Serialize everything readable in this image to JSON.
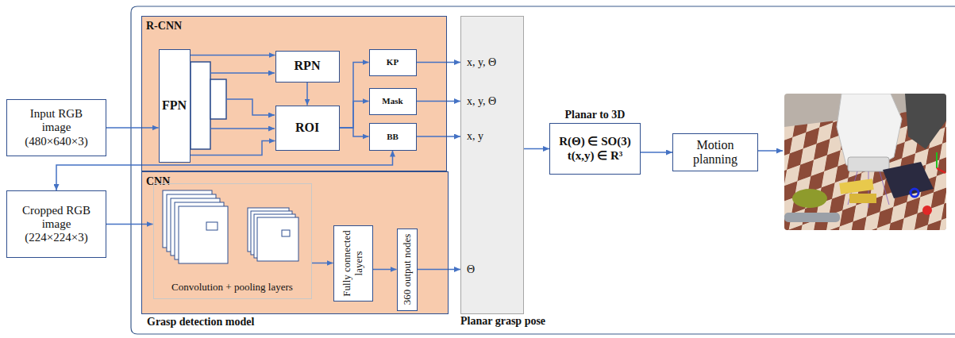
{
  "diagram": {
    "nodes": [
      {
        "text": [
          "Input RGB image (480×640×3)"
        ]
      },
      {
        "text": [
          "Cropped RGB image (224×224×3)"
        ]
      },
      {
        "text": [
          "R-CNN"
        ]
      },
      {
        "text": [
          "FPN"
        ],
        "in": 2
      },
      {
        "text": [
          "RPN"
        ],
        "in": 2
      },
      {
        "text": [
          "ROI"
        ],
        "in": 2
      },
      {
        "text": [
          "KP"
        ],
        "in": 2
      },
      {
        "text": [
          "Mask"
        ],
        "in": 2
      },
      {
        "text": [
          "BB"
        ],
        "in": 2
      },
      {
        "text": [
          "CNN"
        ]
      },
      {
        "text": [
          "Convolution + pooling layers"
        ],
        "in": 9
      },
      {
        "text": [
          "Fully connected layers"
        ],
        "in": 9
      },
      {
        "text": [
          "360 output nodes"
        ],
        "in": 9
      },
      {
        "text": [
          "Planar grasp pose"
        ]
      },
      {
        "text": [
          "Planar to 3D",
          "R(Θ) ∈ SO(3)",
          "t(x,y) ∈ R³"
        ]
      },
      {
        "text": [
          "Motion planning"
        ]
      }
    ],
    "edges": [
      {
        "from": 0,
        "to": 3,
        "arrow": "to"
      },
      {
        "from": 3,
        "to": 4,
        "arrow": "to"
      },
      {
        "from": 3,
        "to": 5,
        "arrow": "to"
      },
      {
        "from": 4,
        "to": 5,
        "arrow": "to"
      },
      {
        "from": 5,
        "to": 6,
        "arrow": "to"
      },
      {
        "from": 5,
        "to": 7,
        "arrow": "to"
      },
      {
        "from": 5,
        "to": 8,
        "arrow": "to"
      },
      {
        "from": 6,
        "to": 13,
        "label": "x, y, Θ",
        "arrow": "to"
      },
      {
        "from": 7,
        "to": 13,
        "label": "x, y, Θ",
        "arrow": "to"
      },
      {
        "from": 8,
        "to": 13,
        "label": "x, y",
        "arrow": "to"
      },
      {
        "from": 8,
        "to": 1,
        "arrow": "both"
      },
      {
        "from": 1,
        "to": 10,
        "arrow": "to"
      },
      {
        "from": 10,
        "to": 11,
        "arrow": "to"
      },
      {
        "from": 11,
        "to": 12,
        "arrow": "to"
      },
      {
        "from": 12,
        "to": 13,
        "label": "Θ",
        "arrow": "to"
      },
      {
        "from": 13,
        "to": 14,
        "arrow": "to"
      },
      {
        "from": 14,
        "to": 15,
        "arrow": "to"
      }
    ],
    "labels": [
      "Grasp detection model"
    ]
  }
}
